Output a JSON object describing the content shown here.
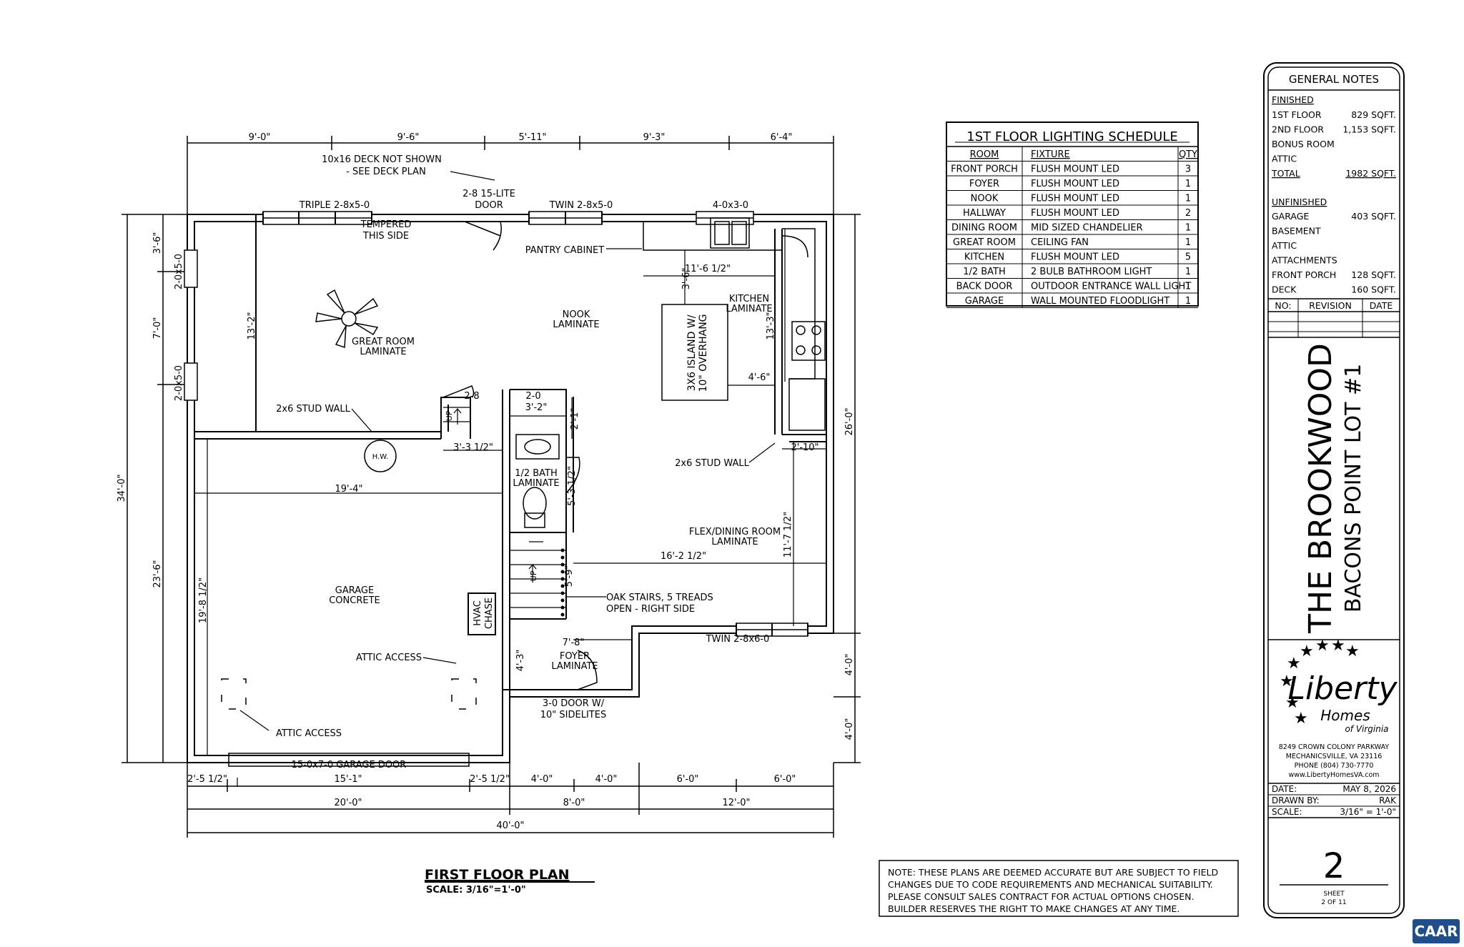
{
  "plan": {
    "title": "FIRST FLOOR PLAN",
    "scale": "SCALE: 3/16\"=1'-0\"",
    "top_dims": [
      "9'-0\"",
      "9'-6\"",
      "5'-11\"",
      "9'-3\"",
      "6'-4\""
    ],
    "bottom_dims_row1": [
      "2'-5 1/2\"",
      "15'-1\"",
      "2'-5 1/2\"",
      "4'-0\"",
      "4'-0\"",
      "6'-0\"",
      "6'-0\""
    ],
    "bottom_dims_row2": [
      "20'-0\"",
      "8'-0\"",
      "12'-0\""
    ],
    "bottom_dims_row3": [
      "40'-0\""
    ],
    "left_dims_inner": [
      "3'-6\"",
      "7'-0\"",
      "23'-6\""
    ],
    "left_dims_outer": [
      "34'-0\""
    ],
    "right_dims": [
      "26'-0\"",
      "4'-0\"",
      "4'-0\""
    ],
    "labels": {
      "deck_note_1": "10x16 DECK NOT SHOWN",
      "deck_note_2": "- SEE DECK PLAN",
      "door_15lite_1": "2-8 15-LITE",
      "door_15lite_2": "DOOR",
      "triple_window": "TRIPLE 2-8x5-0",
      "tempered_1": "TEMPERED",
      "tempered_2": "THIS SIDE",
      "twin_window_top": "TWIN 2-8x5-0",
      "kitchen_window": "4-0x3-0",
      "pantry": "PANTRY CABINET",
      "dim_11_6": "11'-6 1/2\"",
      "dim_3_6": "3'-6\"",
      "kitchen_1": "KITCHEN",
      "kitchen_2": "LAMINATE",
      "dim_13_3": "13'-3\"",
      "nook_1": "NOOK",
      "nook_2": "LAMINATE",
      "great_1": "GREAT ROOM",
      "great_2": "LAMINATE",
      "dim_13_2": "13'-2\"",
      "win_2_0_top": "2-0x5-0",
      "win_2_0_bot": "2-0x5-0",
      "island_1": "3X6 ISLAND W/",
      "island_2": "10\" OVERHANG",
      "dim_4_6": "4'-6\"",
      "stud_wall_1": "2x6 STUD WALL",
      "stud_wall_2": "2x6 STUD WALL",
      "door_2_8": "2-8",
      "door_2_0": "2-0",
      "dim_3_2": "3'-2\"",
      "dim_2_1": "2'-1\"",
      "dim_3_3": "3'-3 1/2\"",
      "hw": "H.W.",
      "up_1": "UP",
      "bath_1": "1/2 BATH",
      "bath_2": "LAMINATE",
      "dim_5_3": "5'-3 1/2\"",
      "dim_2_10": "2'-10\"",
      "dim_19_4": "19'-4\"",
      "flex_1": "FLEX/DINING ROOM",
      "flex_2": "LAMINATE",
      "dim_16_2": "16'-2 1/2\"",
      "dim_11_7": "11'-7 1/2\"",
      "garage_1": "GARAGE",
      "garage_2": "CONCRETE",
      "dim_19_8": "19'-8 1/2\"",
      "hvac_1": "HVAC",
      "hvac_2": "CHASE",
      "up_2": "UP",
      "dim_5_9": "5'-9\"",
      "stairs_1": "OAK STAIRS, 5 TREADS",
      "stairs_2": "OPEN - RIGHT SIDE",
      "twin_window_bot": "TWIN 2-8x6-0",
      "attic_1": "ATTIC ACCESS",
      "attic_2": "ATTIC ACCESS",
      "dim_7_8": "7'-8\"",
      "dim_4_3": "4'-3\"",
      "foyer_1": "FOYER",
      "foyer_2": "LAMINATE",
      "front_door_1": "3-0 DOOR W/",
      "front_door_2": "10\" SIDELITES",
      "garage_door": "15-0x7-0 GARAGE DOOR"
    }
  },
  "lighting": {
    "title": "1ST FLOOR LIGHTING SCHEDULE",
    "headers": [
      "ROOM",
      "FIXTURE",
      "QTY"
    ],
    "rows": [
      [
        "FRONT PORCH",
        "FLUSH MOUNT LED",
        "3"
      ],
      [
        "FOYER",
        "FLUSH MOUNT LED",
        "1"
      ],
      [
        "NOOK",
        "FLUSH MOUNT LED",
        "1"
      ],
      [
        "HALLWAY",
        "FLUSH MOUNT LED",
        "2"
      ],
      [
        "DINING ROOM",
        "MID SIZED CHANDELIER",
        "1"
      ],
      [
        "GREAT ROOM",
        "CEILING FAN",
        "1"
      ],
      [
        "KITCHEN",
        "FLUSH MOUNT LED",
        "5"
      ],
      [
        "1/2 BATH",
        "2 BULB BATHROOM LIGHT",
        "1"
      ],
      [
        "BACK DOOR",
        "OUTDOOR ENTRANCE WALL LIGHT",
        "1"
      ],
      [
        "GARAGE",
        "WALL MOUNTED FLOODLIGHT",
        "1"
      ]
    ]
  },
  "note": [
    "NOTE: THESE PLANS ARE DEEMED ACCURATE BUT ARE SUBJECT TO FIELD",
    "CHANGES DUE TO CODE REQUIREMENTS AND MECHANICAL SUITABILITY.",
    "PLEASE CONSULT SALES CONTRACT FOR ACTUAL OPTIONS CHOSEN.",
    "BUILDER RESERVES THE RIGHT TO MAKE CHANGES AT ANY TIME."
  ],
  "titleblock": {
    "general_notes": "GENERAL NOTES",
    "finished": "FINISHED",
    "finished_rows": [
      [
        "1ST FLOOR",
        "829 SQFT."
      ],
      [
        "2ND FLOOR",
        "1,153 SQFT."
      ],
      [
        "BONUS ROOM",
        ""
      ],
      [
        "ATTIC",
        ""
      ],
      [
        "TOTAL",
        "1982 SQFT."
      ]
    ],
    "unfinished": "UNFINISHED",
    "unfinished_rows": [
      [
        "GARAGE",
        "403 SQFT."
      ],
      [
        "BASEMENT",
        ""
      ],
      [
        "ATTIC",
        ""
      ],
      [
        "ATTACHMENTS",
        ""
      ],
      [
        "FRONT PORCH",
        "128 SQFT."
      ],
      [
        "DECK",
        "160 SQFT."
      ]
    ],
    "rev_headers": [
      "NO:",
      "REVISION",
      "DATE"
    ],
    "project_1": "THE BROOKWOOD",
    "project_2": "BACONS POINT LOT #1",
    "logo_1": "Liberty",
    "logo_2": "Homes",
    "logo_3": "of Virginia",
    "addr": [
      "8249 CROWN COLONY PARKWAY",
      "MECHANICSVILLE, VA 23116",
      "PHONE (804) 730-7770",
      "www.LibertyHomesVA.com"
    ],
    "date_label": "DATE:",
    "date_value": "MAY 8, 2026",
    "drawn_label": "DRAWN BY:",
    "drawn_value": "RAK",
    "scale_label": "SCALE:",
    "scale_value": "3/16\" = 1'-0\"",
    "sheet_number": "2",
    "sheet_label": "SHEET",
    "sheet_of": "2 OF 11"
  },
  "badge": "CAAR"
}
